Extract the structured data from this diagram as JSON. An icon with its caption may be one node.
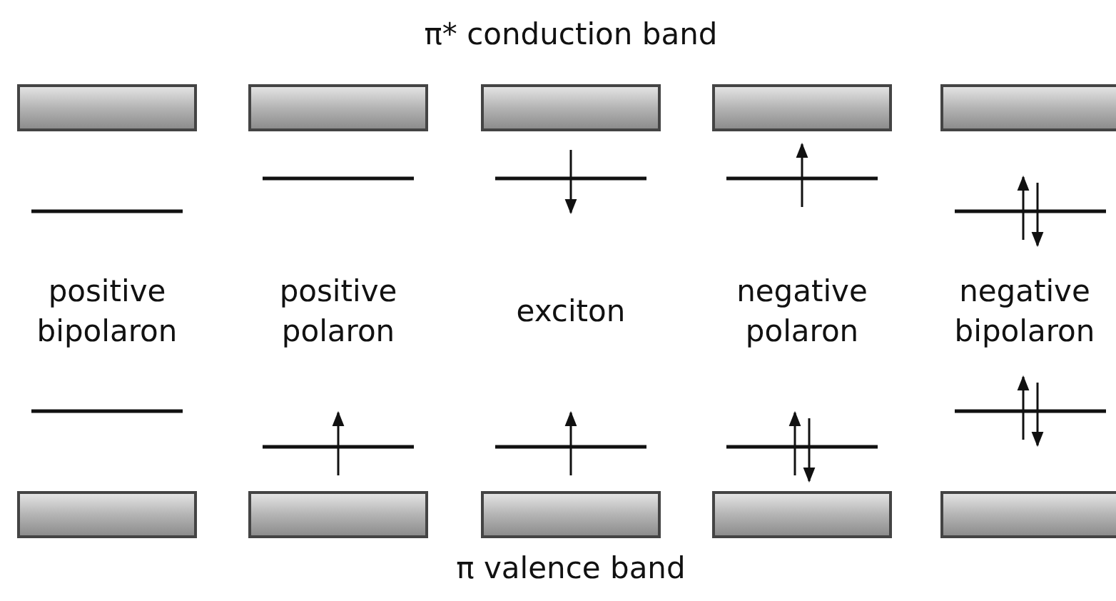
{
  "diagram": {
    "labels": [
      "π* conduction band",
      "positive bipolaron",
      "positive polaron",
      "exciton",
      "negative polaron",
      "negative bipolaron",
      "π valence band"
    ]
  }
}
